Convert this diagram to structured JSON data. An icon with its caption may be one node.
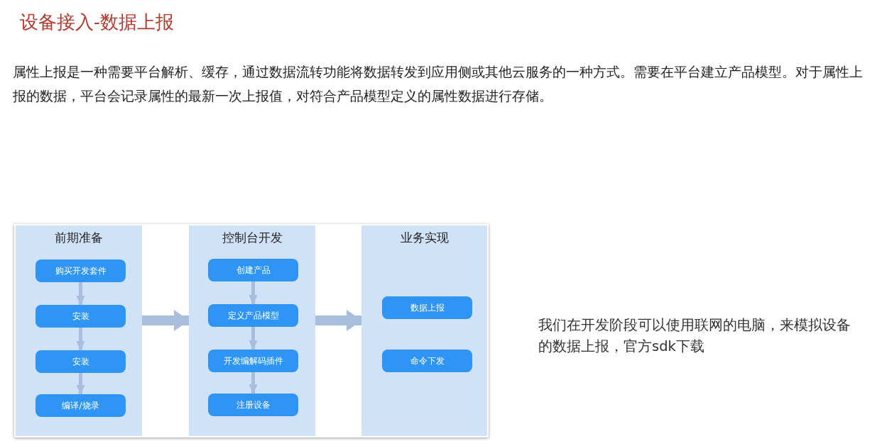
{
  "diagram": {
    "title": "设备接入-数据上报",
    "nodes": [
      {
        "text": [
          "前期准备"
        ]
      },
      {
        "text": [
          "购买开发套件"
        ],
        "in": 0
      },
      {
        "text": [
          "安装"
        ],
        "in": 0
      },
      {
        "text": [
          "安装"
        ],
        "in": 0
      },
      {
        "text": [
          "编译/烧录"
        ],
        "in": 0
      },
      {
        "text": [
          "控制台开发"
        ]
      },
      {
        "text": [
          "创建产品"
        ],
        "in": 5
      },
      {
        "text": [
          "定义产品模型"
        ],
        "in": 5
      },
      {
        "text": [
          "开发编解码插件"
        ],
        "in": 5
      },
      {
        "text": [
          "注册设备"
        ],
        "in": 5
      },
      {
        "text": [
          "业务实现"
        ]
      },
      {
        "text": [
          "数据上报"
        ],
        "in": 10
      },
      {
        "text": [
          "命令下发"
        ],
        "in": 10
      }
    ],
    "edges": [
      {
        "from": 1,
        "to": 2,
        "arrow": "to"
      },
      {
        "from": 2,
        "to": 3,
        "arrow": "to"
      },
      {
        "from": 3,
        "to": 4,
        "arrow": "to"
      },
      {
        "from": 6,
        "to": 7,
        "arrow": "to"
      },
      {
        "from": 7,
        "to": 8,
        "arrow": "to"
      },
      {
        "from": 8,
        "to": 9,
        "arrow": "to"
      },
      {
        "from": 0,
        "to": 5,
        "arrow": "to",
        "style": "thick"
      },
      {
        "from": 5,
        "to": 10,
        "arrow": "to",
        "style": "thick"
      }
    ],
    "labels": [
      "属性上报是一种需要平台解析、缓存，通过数据流转功能将数据转发到应用侧或其他云服务的一种方式。需要在平台建立产品模型。对于属性上报的数据，平台会记录属性的最新一次上报值，对符合产品模型定义的属性数据进行存储。",
      "我们在开发阶段可以使用联网的电脑，来模拟设备的数据上报，官方sdk下载"
    ]
  }
}
